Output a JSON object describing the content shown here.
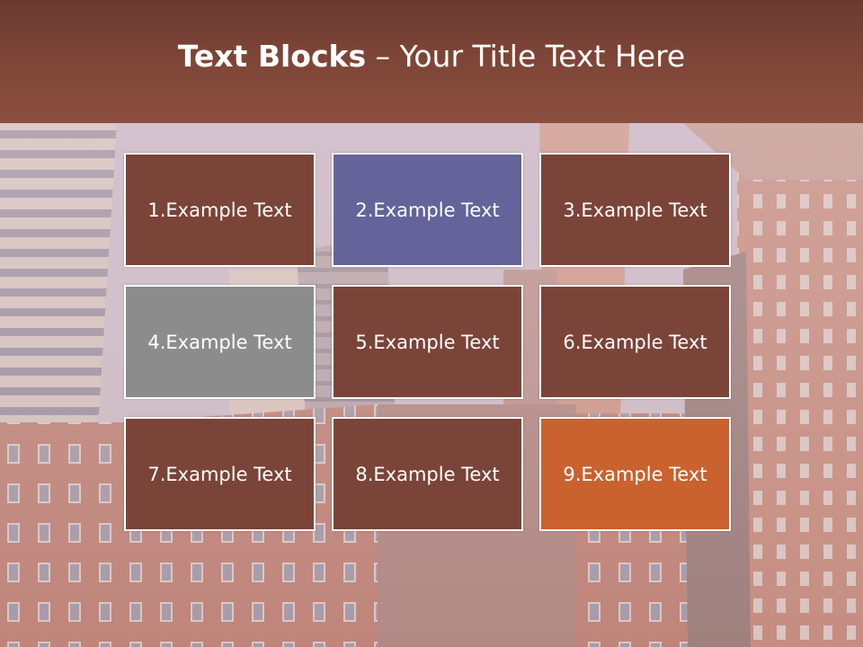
{
  "slide": {
    "title_bold": "Text Blocks",
    "title_rest": " – Your Title Text Here"
  },
  "blocks": [
    {
      "label": "1.Example Text",
      "color": "#7b4438"
    },
    {
      "label": "2.Example Text",
      "color": "#64649a"
    },
    {
      "label": "3.Example Text",
      "color": "#7b4438"
    },
    {
      "label": "4.Example Text",
      "color": "#8c8c8c"
    },
    {
      "label": "5.Example Text",
      "color": "#7b4438"
    },
    {
      "label": "6.Example Text",
      "color": "#7b4438"
    },
    {
      "label": "7.Example Text",
      "color": "#7b4438"
    },
    {
      "label": "8.Example Text",
      "color": "#7b4438"
    },
    {
      "label": "9.Example Text",
      "color": "#c9622f"
    }
  ]
}
